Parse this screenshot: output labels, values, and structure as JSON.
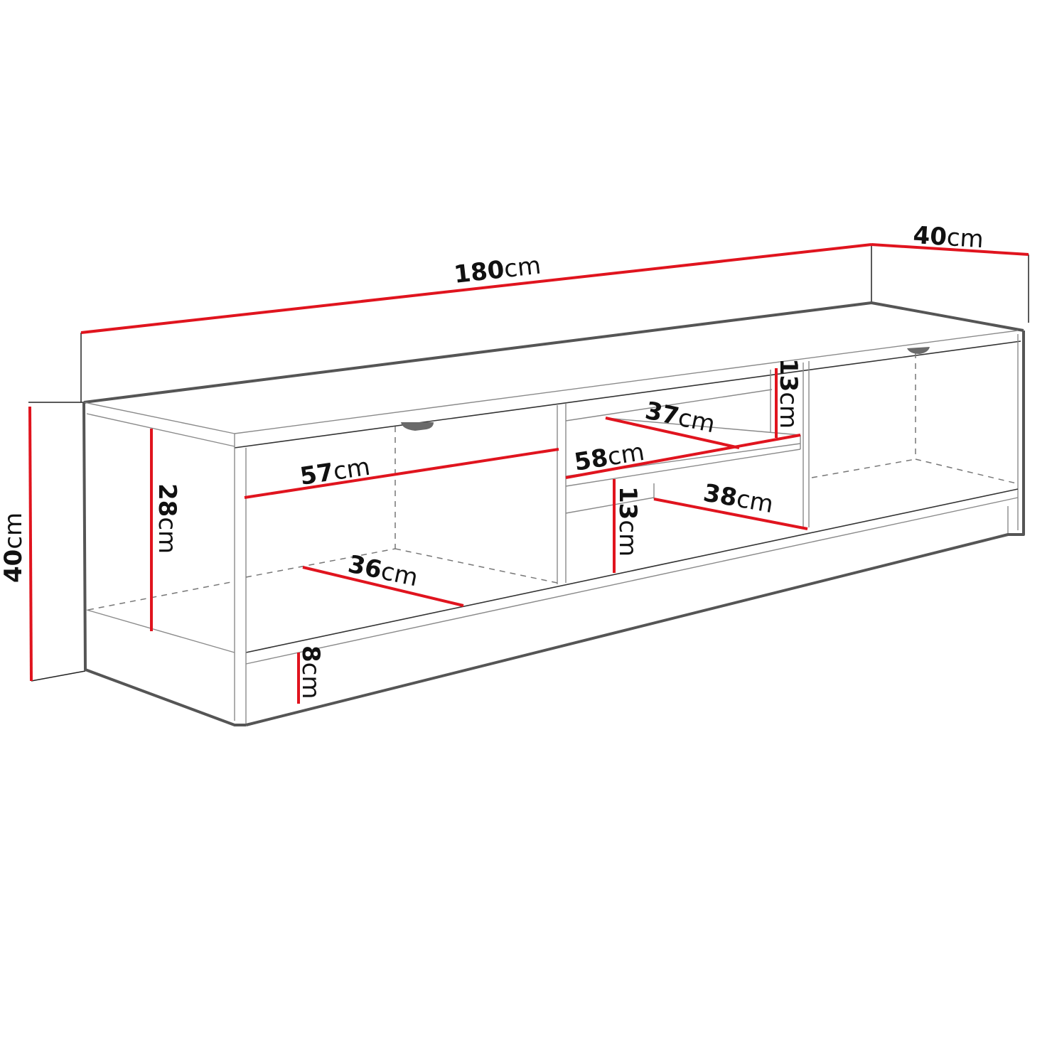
{
  "diagram": {
    "subject": "TV cabinet dimension drawing",
    "colors": {
      "dimension_line": "#e0141e",
      "outline": "#555555",
      "text": "#111111",
      "background": "#ffffff"
    },
    "dimensions": {
      "total_width": {
        "value": "180",
        "unit": "cm"
      },
      "depth": {
        "value": "40",
        "unit": "cm"
      },
      "height": {
        "value": "40",
        "unit": "cm"
      },
      "left_compartment_height": {
        "value": "28",
        "unit": "cm"
      },
      "left_compartment_width": {
        "value": "57",
        "unit": "cm"
      },
      "left_compartment_depth": {
        "value": "36",
        "unit": "cm"
      },
      "plinth_height": {
        "value": "8",
        "unit": "cm"
      },
      "middle_shelf_width": {
        "value": "58",
        "unit": "cm"
      },
      "middle_shelf_depth": {
        "value": "37",
        "unit": "cm"
      },
      "middle_upper_height": {
        "value": "13",
        "unit": "cm"
      },
      "middle_lower_height": {
        "value": "13",
        "unit": "cm"
      },
      "middle_lower_depth": {
        "value": "38",
        "unit": "cm"
      }
    }
  }
}
